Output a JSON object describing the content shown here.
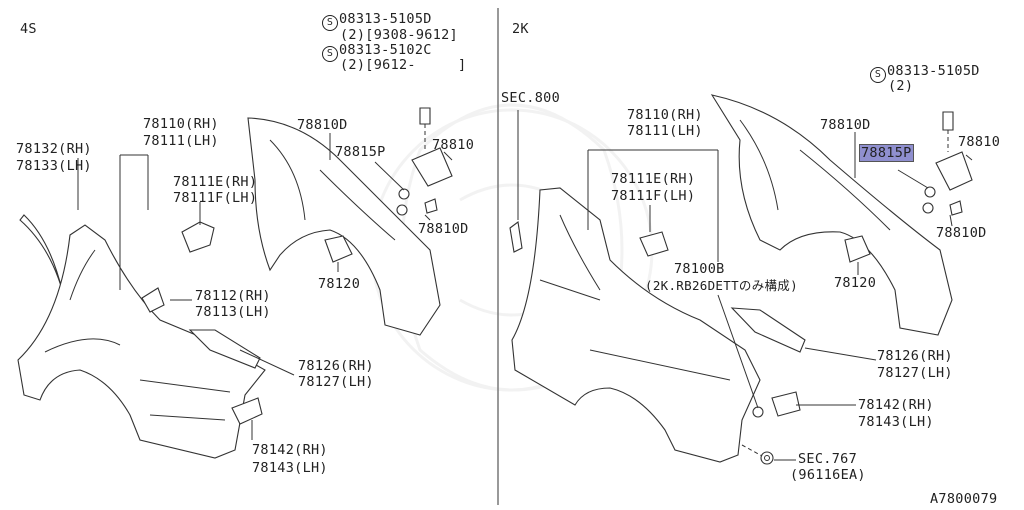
{
  "panels": {
    "left": "4S",
    "right": "2K"
  },
  "diagram_id": "A7800079",
  "left": {
    "screw_a": "08313-5105D",
    "screw_a_qty": "(2)[9308-9612]",
    "screw_b": "08313-5102C",
    "screw_b_qty": "(2)[9612-     ]",
    "p78810D_top": "78810D",
    "p78815P": "78815P",
    "p78810": "78810",
    "p78810D_bot": "78810D",
    "p78120": "78120",
    "p78110": "78110(RH)",
    "p78111": "78111(LH)",
    "p78132": "78132(RH)",
    "p78133": "78133(LH)",
    "p78111E": "78111E(RH)",
    "p78111F": "78111F(LH)",
    "p78112": "78112(RH)",
    "p78113": "78113(LH)",
    "p78126": "78126(RH)",
    "p78127": "78127(LH)",
    "p78142": "78142(RH)",
    "p78143": "78143(LH)"
  },
  "right": {
    "sec800": "SEC.800",
    "screw_a": "08313-5105D",
    "screw_a_qty": "(2)",
    "p78810D_top": "78810D",
    "p78815P": "78815P",
    "p78810": "78810",
    "p78810D_bot": "78810D",
    "p78120": "78120",
    "p78110": "78110(RH)",
    "p78111": "78111(LH)",
    "p78111E": "78111E(RH)",
    "p78111F": "78111F(LH)",
    "p78100B": "78100B",
    "p78100B_note": "(2K.RB26DETTのみ構成)",
    "p78126": "78126(RH)",
    "p78127": "78127(LH)",
    "p78142": "78142(RH)",
    "p78143": "78143(LH)",
    "sec767": "SEC.767",
    "sec767_ref": "(96116EA)"
  },
  "symbol": "S",
  "colors": {
    "highlight": "#8f8fcf",
    "line": "#333333"
  }
}
